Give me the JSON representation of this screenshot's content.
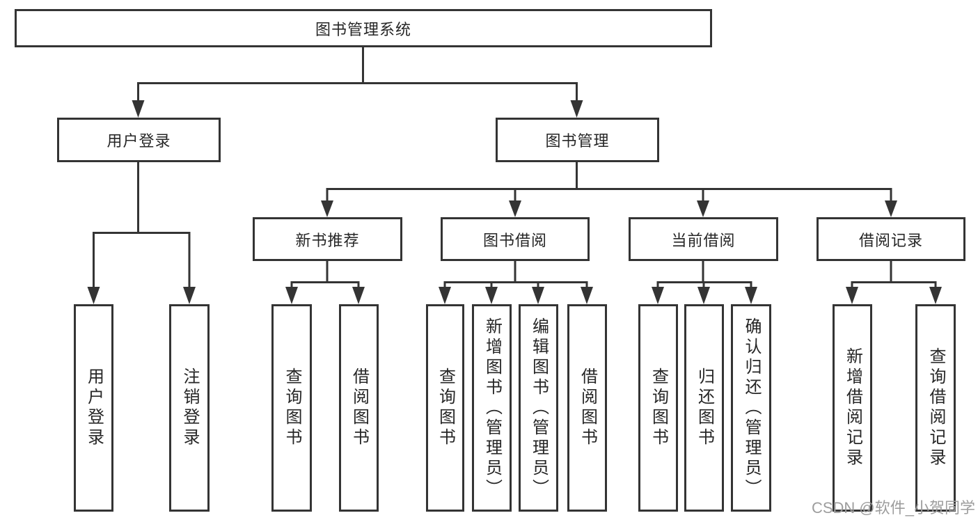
{
  "colors": {
    "line": "#343434",
    "text": "#262626",
    "watermark": "#9d9d9d",
    "background": "#ffffff",
    "box-bg": "#ffffff"
  },
  "watermark": "CSDN @软件_小贺同学",
  "tree": {
    "root": "图书管理系统",
    "branches": [
      {
        "label": "用户登录",
        "children": [
          "用户登录",
          "注销登录"
        ]
      },
      {
        "label": "图书管理",
        "sections": [
          {
            "label": "新书推荐",
            "children": [
              "查询图书",
              "借阅图书"
            ]
          },
          {
            "label": "图书借阅",
            "children": [
              "查询图书",
              "新增图书（管理员）",
              "编辑图书（管理员）",
              "借阅图书"
            ]
          },
          {
            "label": "当前借阅",
            "children": [
              "查询图书",
              "归还图书",
              "确认归还（管理员）"
            ]
          },
          {
            "label": "借阅记录",
            "children": [
              "新增借阅记录",
              "查询借阅记录"
            ]
          }
        ]
      }
    ]
  }
}
